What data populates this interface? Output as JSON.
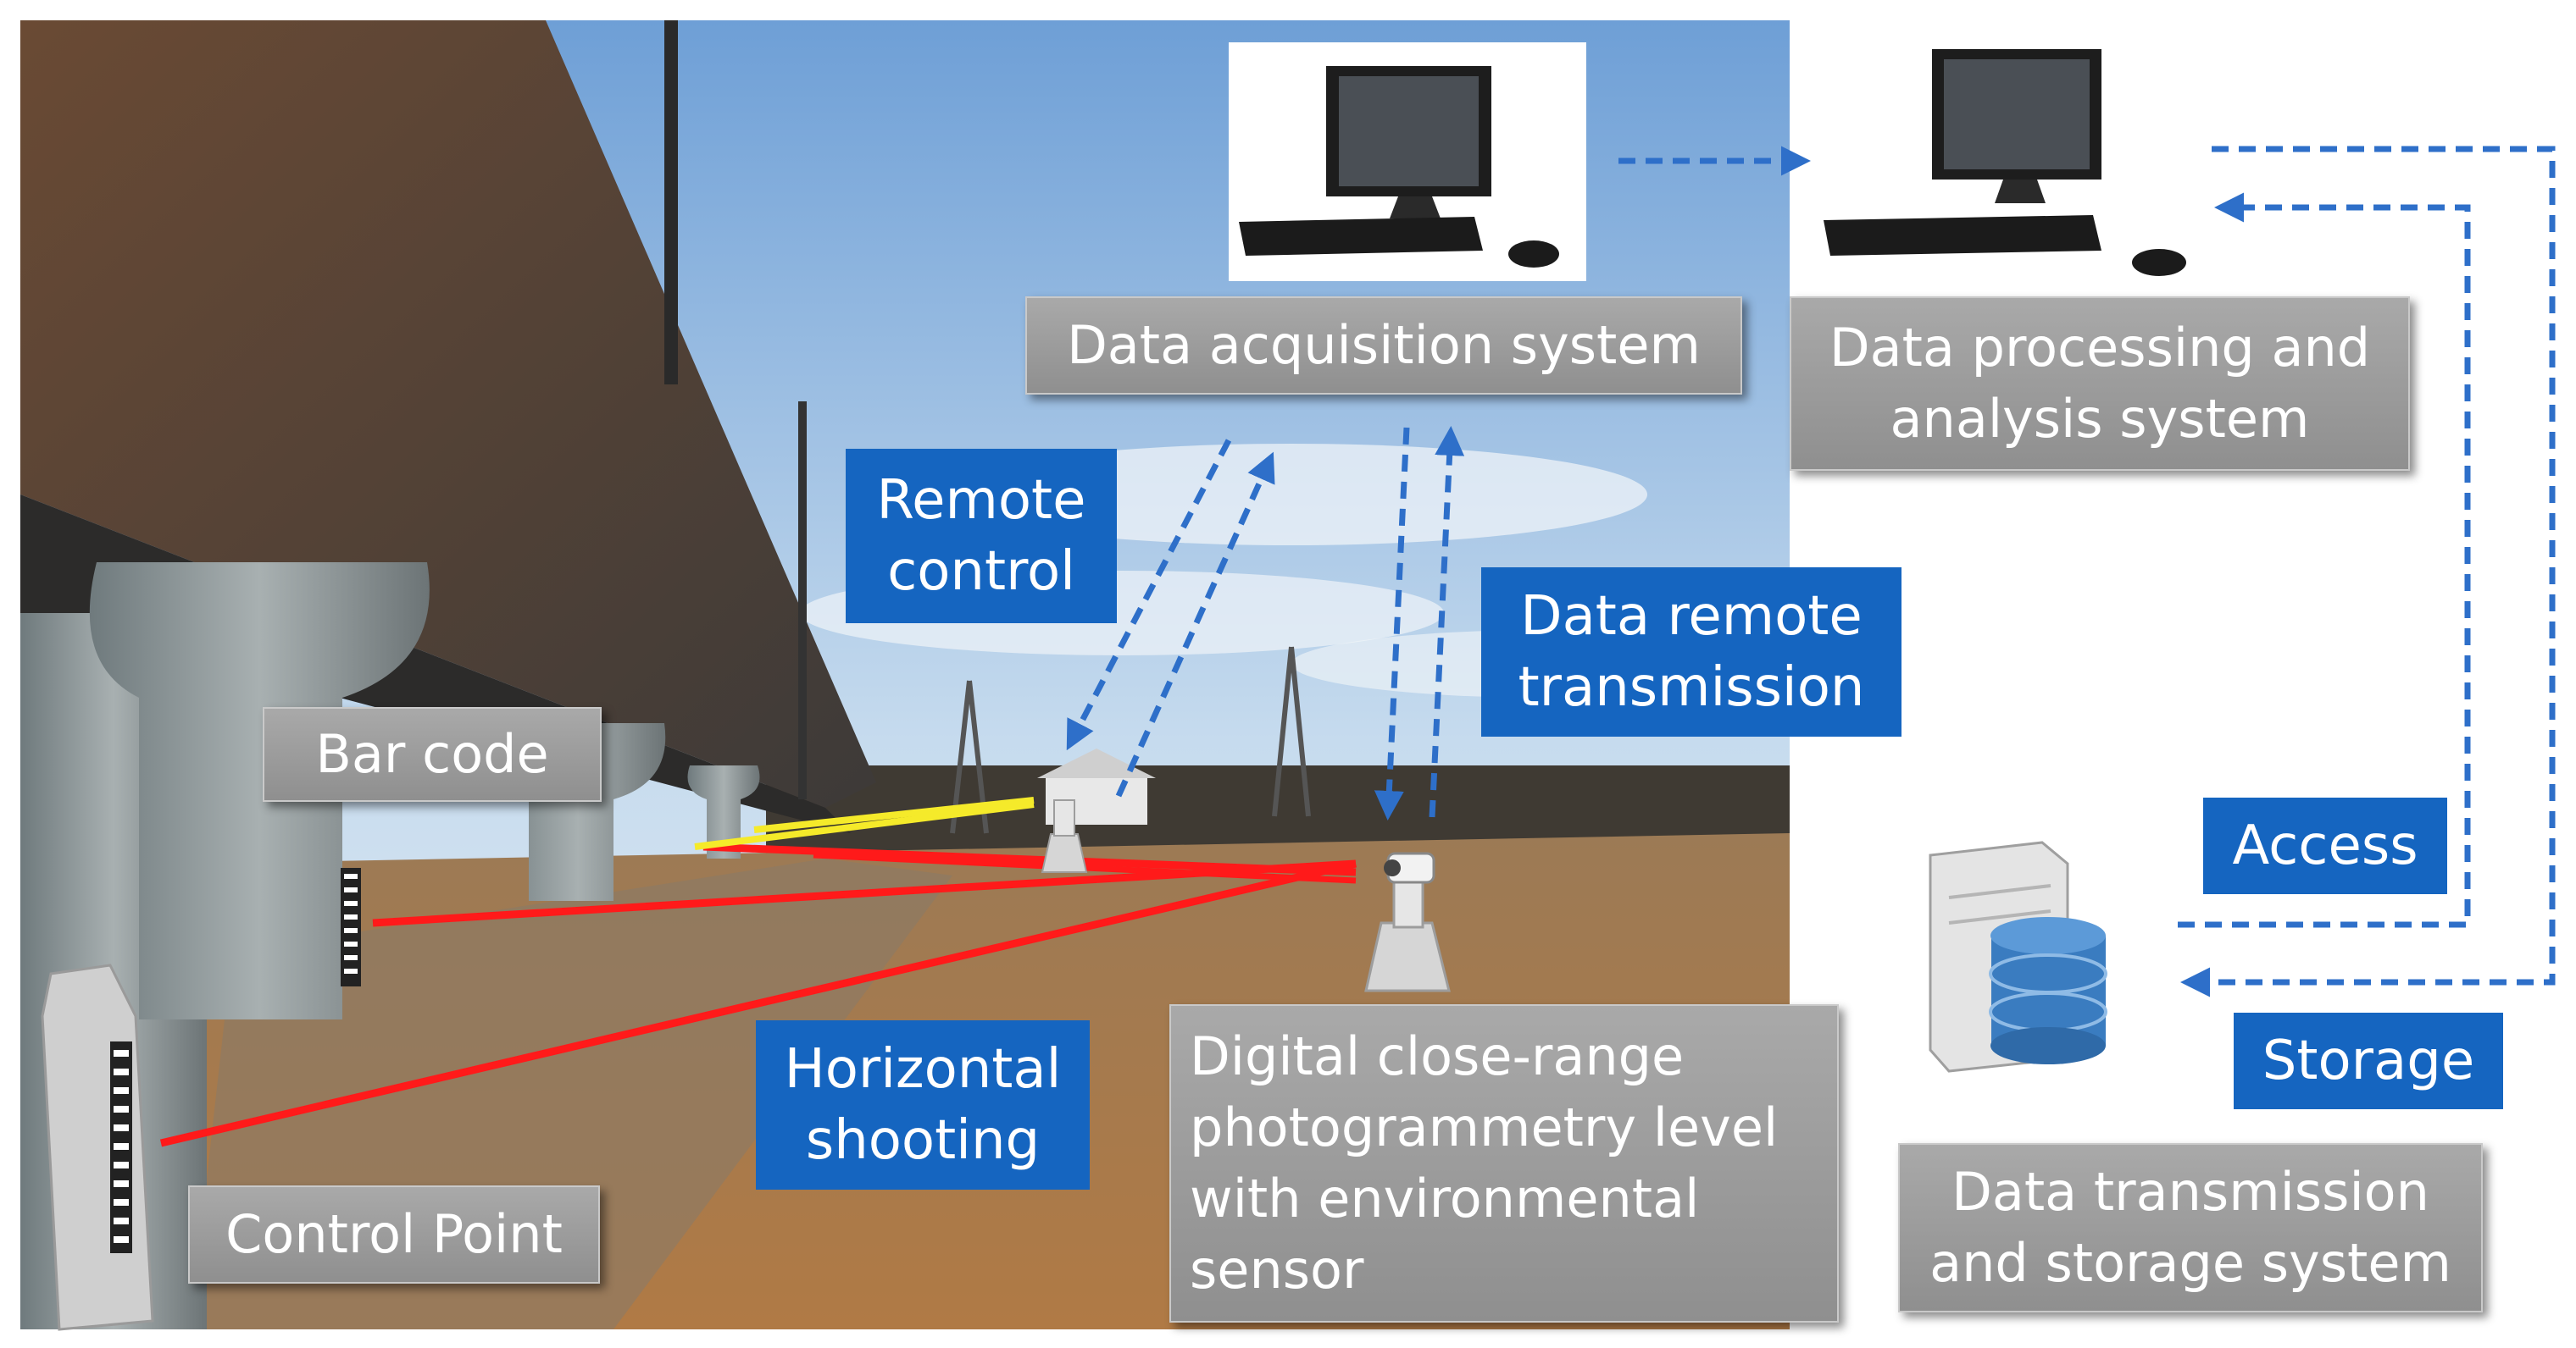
{
  "labels": {
    "data_acquisition": "Data acquisition system",
    "data_processing": "Data processing and\nanalysis system",
    "remote_control": "Remote\ncontrol",
    "data_remote_transmission": "Data  remote\ntransmission",
    "bar_code": "Bar code",
    "access": "Access",
    "storage": "Storage",
    "horizontal_shooting": "Horizontal\nshooting",
    "digital_level": "Digital close-range\nphotogrammetry level\nwith environmental\nsensor",
    "control_point": "Control Point",
    "data_transmission_storage": "Data transmission\nand storage system"
  },
  "colors": {
    "label_box": "#9c9c9c",
    "blue_box": "#1565c0",
    "arrow": "#2e6fc9",
    "sight_line_red": "#ff1a1a",
    "sight_line_yellow": "#f5ea2a"
  },
  "icons": [
    "computer-icon",
    "database-server-icon",
    "bridge-photo",
    "leveling-instrument-icon",
    "bar-code-staff-icon",
    "control-point-monument-icon"
  ]
}
